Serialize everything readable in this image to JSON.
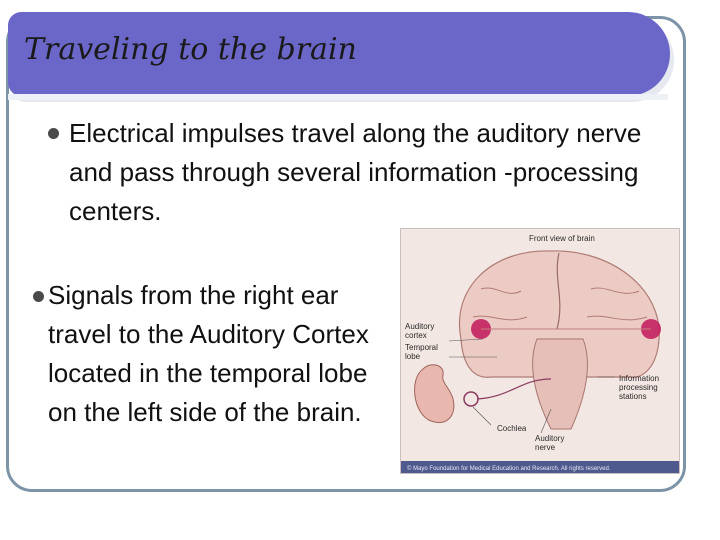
{
  "title": "Traveling to the brain",
  "bullets": [
    "Electrical impulses travel along the auditory nerve and pass through several information -processing centers.",
    "Signals from the right ear travel to the Auditory Cortex located in the temporal lobe on the left side of the brain."
  ],
  "figure": {
    "heading": "Front view of brain",
    "labels": {
      "auditory_cortex_1": "Auditory",
      "auditory_cortex_2": "cortex",
      "temporal_lobe_1": "Temporal",
      "temporal_lobe_2": "lobe",
      "info_1": "Information",
      "info_2": "processing",
      "info_3": "stations",
      "cochlea": "Cochlea",
      "auditory_nerve_1": "Auditory",
      "auditory_nerve_2": "nerve"
    },
    "credit": "© Mayo Foundation for Medical Education and Research. All rights reserved."
  },
  "colors": {
    "title_band": "#6a67c9",
    "frame": "#7c93a8",
    "figure_bg": "#f2e7e3",
    "brain_tissue": "#eccbc5",
    "highlight": "#c2185b"
  }
}
